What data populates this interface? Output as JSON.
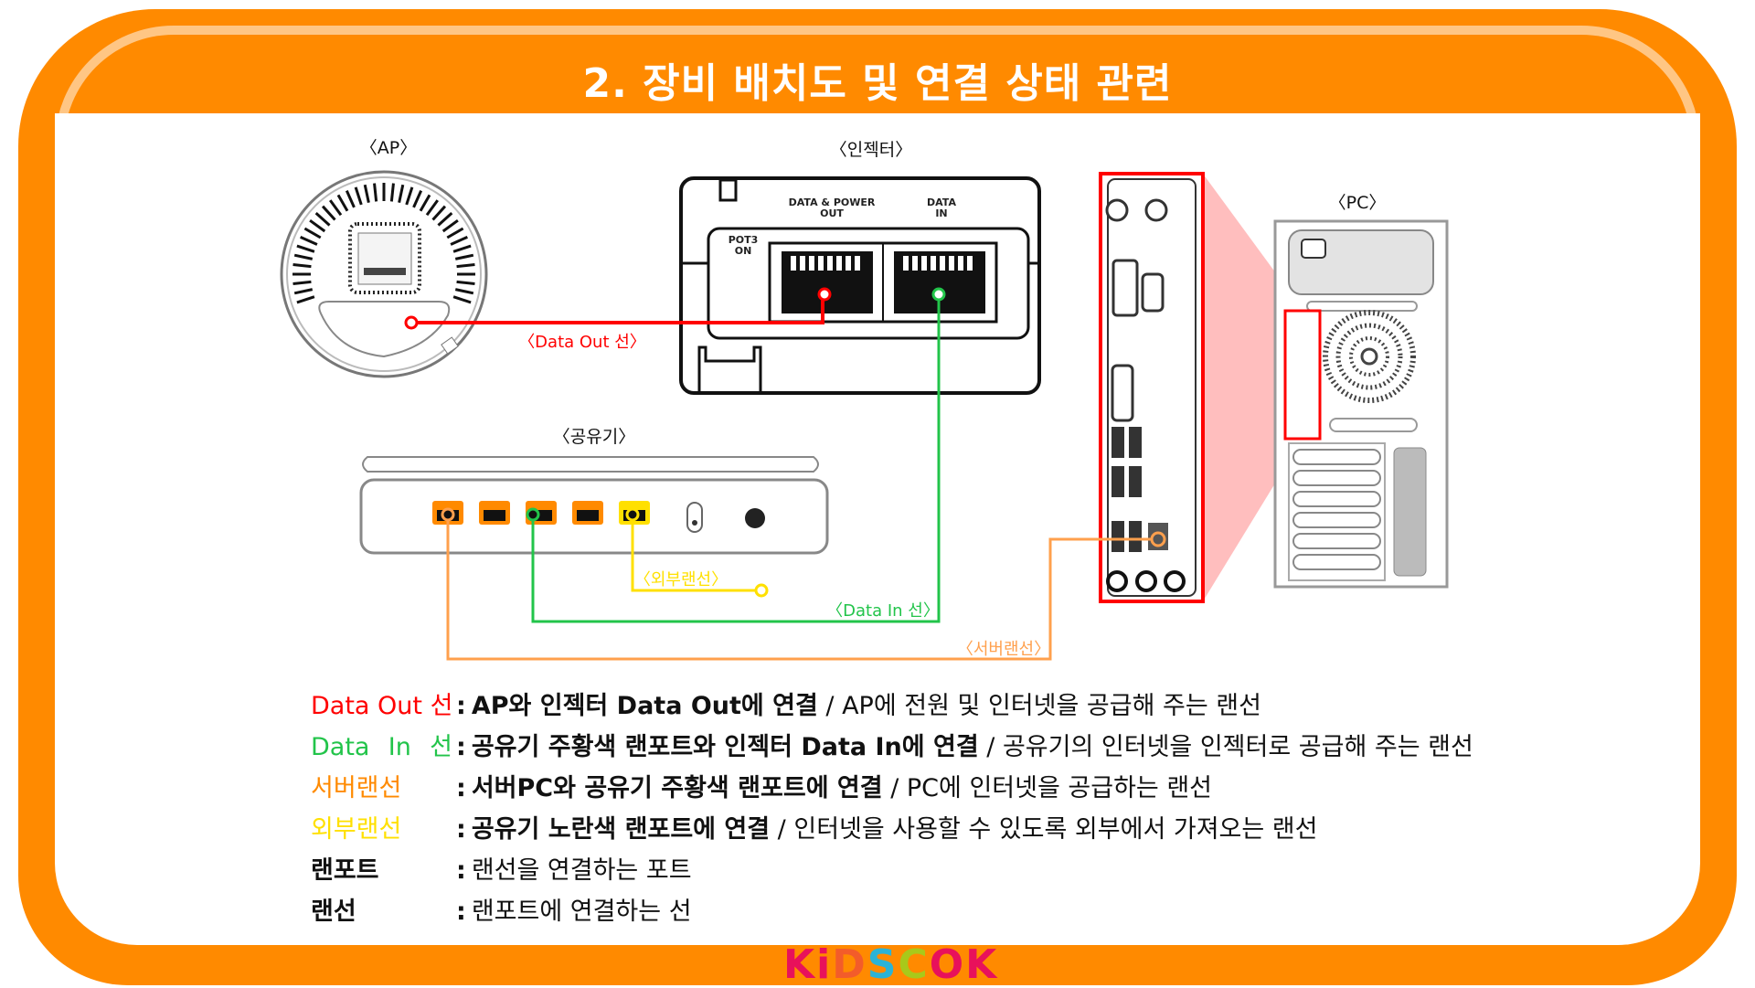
{
  "title": "2. 장비 배치도 및 연결 상태 관련",
  "devices": {
    "ap": {
      "label": "〈AP〉"
    },
    "injector": {
      "label": "〈인젝터〉",
      "port_out_label_line1": "DATA & POWER",
      "port_out_label_line2": "OUT",
      "port_in_label_line1": "DATA",
      "port_in_label_line2": "IN",
      "pot_label_line1": "POT3",
      "pot_label_line2": "ON"
    },
    "router": {
      "label": "〈공유기〉"
    },
    "pc": {
      "label": "〈PC〉"
    }
  },
  "cables": {
    "data_out": {
      "label": "〈Data Out 선〉",
      "color": "#ff0000"
    },
    "data_in": {
      "label": "〈Data In 선〉",
      "color": "#22c44a"
    },
    "server": {
      "label": "〈서버랜선〉",
      "color": "#ffa04d"
    },
    "external": {
      "label": "〈외부랜선〉",
      "color": "#ffe000"
    }
  },
  "legend": [
    {
      "term": "Data Out 선",
      "color": "#ff0000",
      "bold": "AP와 인젝터 Data Out에 연결",
      "desc": " / AP에 전원 및 인터넷을 공급해 주는 랜선"
    },
    {
      "term": "Data In 선",
      "color": "#22c44a",
      "bold": "공유기 주황색 랜포트와 인젝터 Data In에 연결",
      "desc": " / 공유기의 인터넷을 인젝터로 공급해 주는 랜선"
    },
    {
      "term": "서버랜선",
      "color": "#ff8a00",
      "bold": "서버PC와 공유기 주황색 랜포트에 연결",
      "desc": " / PC에 인터넷을 공급하는 랜선"
    },
    {
      "term": "외부랜선",
      "color": "#ffe000",
      "bold": "공유기 노란색 랜포트에 연결",
      "desc": " / 인터넷을 사용할 수 있도록 외부에서 가져오는 랜선"
    },
    {
      "term": "랜포트",
      "color": "#111111",
      "bold": "",
      "desc": "랜선을 연결하는 포트"
    },
    {
      "term": "랜선",
      "color": "#111111",
      "bold": "",
      "desc": "랜포트에 연결하는 선"
    }
  ],
  "logo": {
    "text": "KiDSCOK"
  },
  "colors": {
    "frame": "#ff8a00",
    "frame_light": "#ffc684",
    "highlight_box": "#ff0000",
    "zoom_fill": "#ffb3b3"
  }
}
